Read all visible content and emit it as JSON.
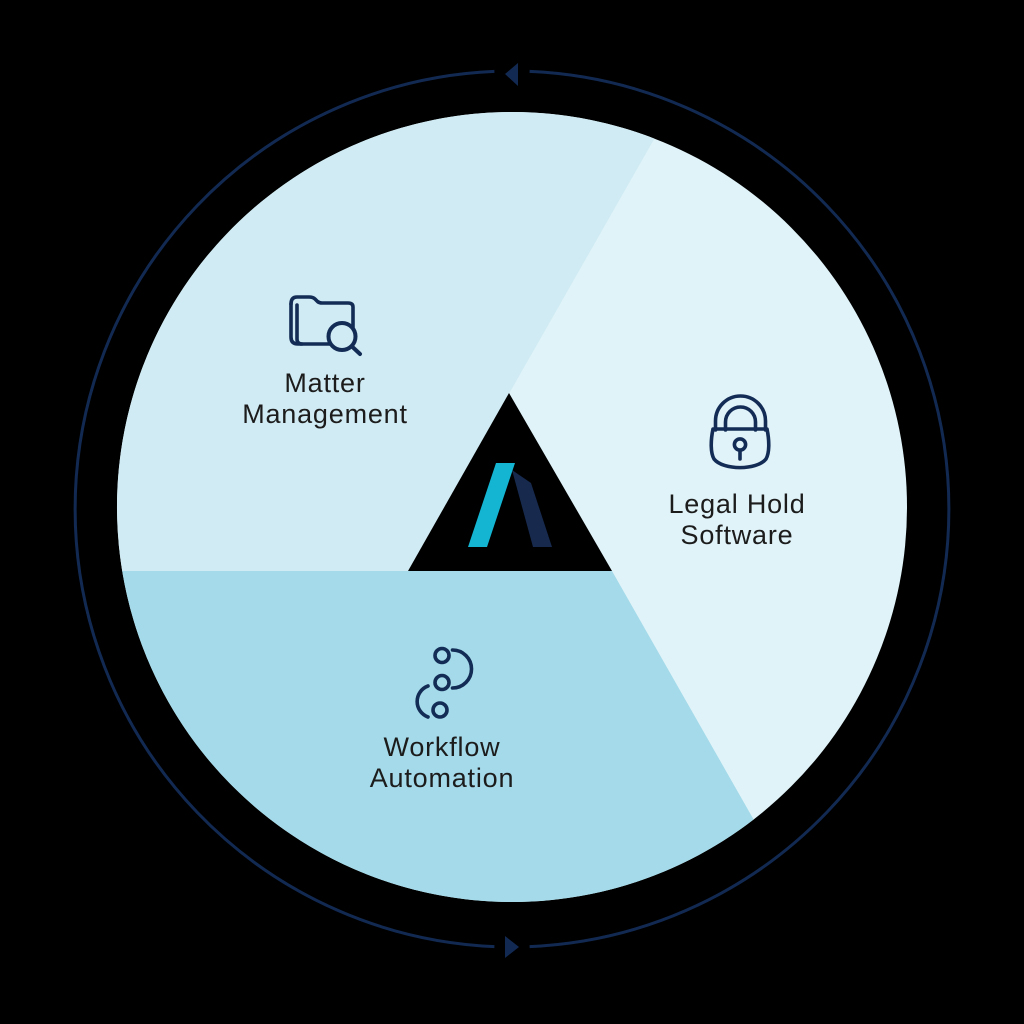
{
  "diagram": {
    "type": "cycle-wheel",
    "background": "#000000",
    "colors": {
      "background": "#000000",
      "ring_navy": "#122a52",
      "slice_matter": "#d0ebf3",
      "slice_legal": "#e0f3f9",
      "slice_workflow": "#a4dae9",
      "icon_navy": "#132c56",
      "logo_cyan": "#13b5d2",
      "logo_navy": "#17294d",
      "label_text": "#1c1c1c"
    },
    "segments": [
      {
        "name": "matter-management",
        "label": "Matter Management",
        "lines": [
          "Matter",
          "Management"
        ],
        "icon": "folder-search-icon",
        "slice_color": "#d0ebf3",
        "position": "top-left"
      },
      {
        "name": "legal-hold-software",
        "label": "Legal Hold Software",
        "lines": [
          "Legal Hold",
          "Software"
        ],
        "icon": "padlock-icon",
        "slice_color": "#e0f3f9",
        "position": "right"
      },
      {
        "name": "workflow-automation",
        "label": "Workflow Automation",
        "lines": [
          "Workflow",
          "Automation"
        ],
        "icon": "workflow-nodes-icon",
        "slice_color": "#a4dae9",
        "position": "bottom-left"
      }
    ],
    "center_logo": {
      "name": "lambda-triangle-logo",
      "shape": "chevron-A-mark-on-dark-triangle",
      "cyan": "#13b5d2",
      "navy": "#17294d"
    },
    "cycle": {
      "direction": "counterclockwise",
      "arrows": [
        {
          "name": "top-arrow",
          "points": "left"
        },
        {
          "name": "bottom-arrow",
          "points": "right"
        }
      ]
    }
  }
}
